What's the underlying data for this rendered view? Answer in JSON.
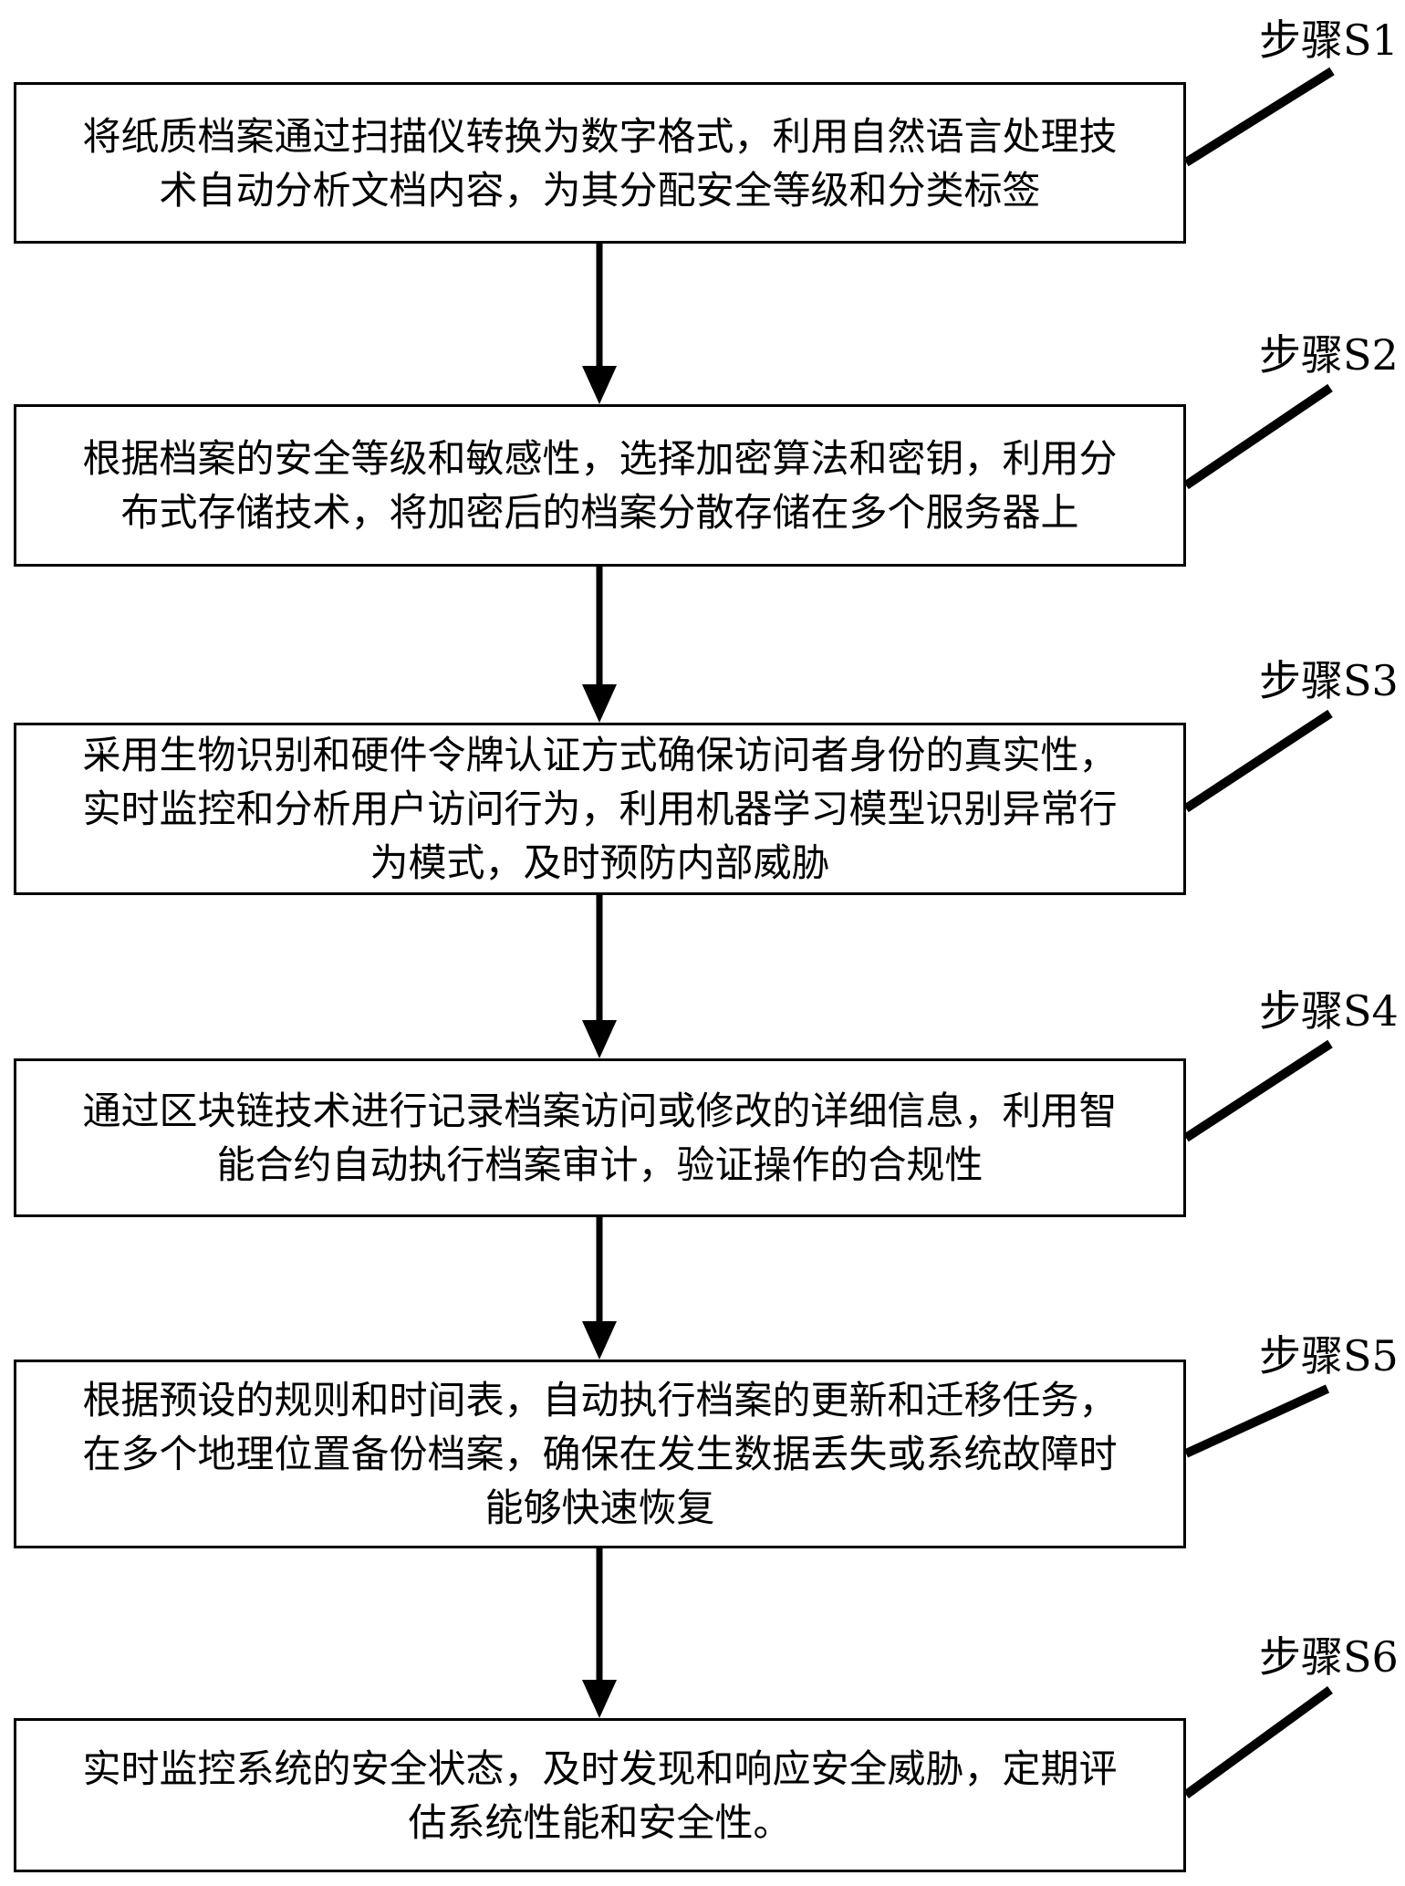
{
  "figure": {
    "steps": [
      {
        "label": "步骤S1",
        "text": "将纸质档案通过扫描仪转换为数字格式，利用自然语言处理技\n术自动分析文档内容，为其分配安全等级和分类标签"
      },
      {
        "label": "步骤S2",
        "text": "根据档案的安全等级和敏感性，选择加密算法和密钥，利用分\n布式存储技术，将加密后的档案分散存储在多个服务器上"
      },
      {
        "label": "步骤S3",
        "text": "采用生物识别和硬件令牌认证方式确保访问者身份的真实性，\n实时监控和分析用户访问行为，利用机器学习模型识别异常行\n为模式，及时预防内部威胁"
      },
      {
        "label": "步骤S4",
        "text": "通过区块链技术进行记录档案访问或修改的详细信息，利用智\n能合约自动执行档案审计，验证操作的合规性"
      },
      {
        "label": "步骤S5",
        "text": "根据预设的规则和时间表，自动执行档案的更新和迁移任务，\n在多个地理位置备份档案，确保在发生数据丢失或系统故障时\n能够快速恢复"
      },
      {
        "label": "步骤S6",
        "text": "实时监控系统的安全状态，及时发现和响应安全威胁，定期评\n估系统性能和安全性。"
      }
    ]
  },
  "colors": {
    "line": "#000000",
    "text": "#000000",
    "background": "#ffffff"
  }
}
